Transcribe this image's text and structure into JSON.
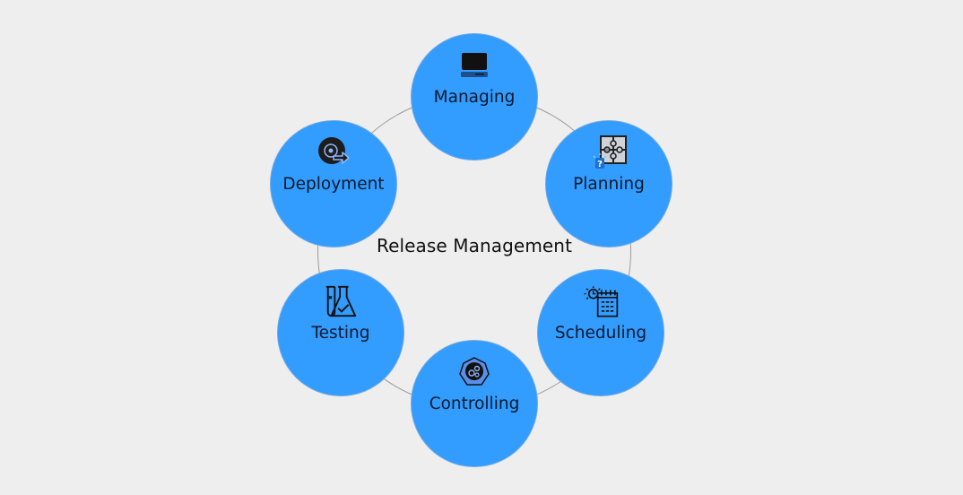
{
  "diagram": {
    "title": "Release Management",
    "type": "cycle",
    "colors": {
      "background": "#eeeeee",
      "node_fill": "#339cff",
      "ring_stroke": "#9a9a9a",
      "text": "#0b1a2e"
    },
    "nodes": [
      {
        "label": "Managing",
        "icon": "computer-icon"
      },
      {
        "label": "Planning",
        "icon": "puzzle-icon"
      },
      {
        "label": "Scheduling",
        "icon": "calendar-clock-icon"
      },
      {
        "label": "Controlling",
        "icon": "gears-heptagon-icon"
      },
      {
        "label": "Testing",
        "icon": "lab-flask-icon"
      },
      {
        "label": "Deployment",
        "icon": "disc-deploy-icon"
      }
    ]
  }
}
